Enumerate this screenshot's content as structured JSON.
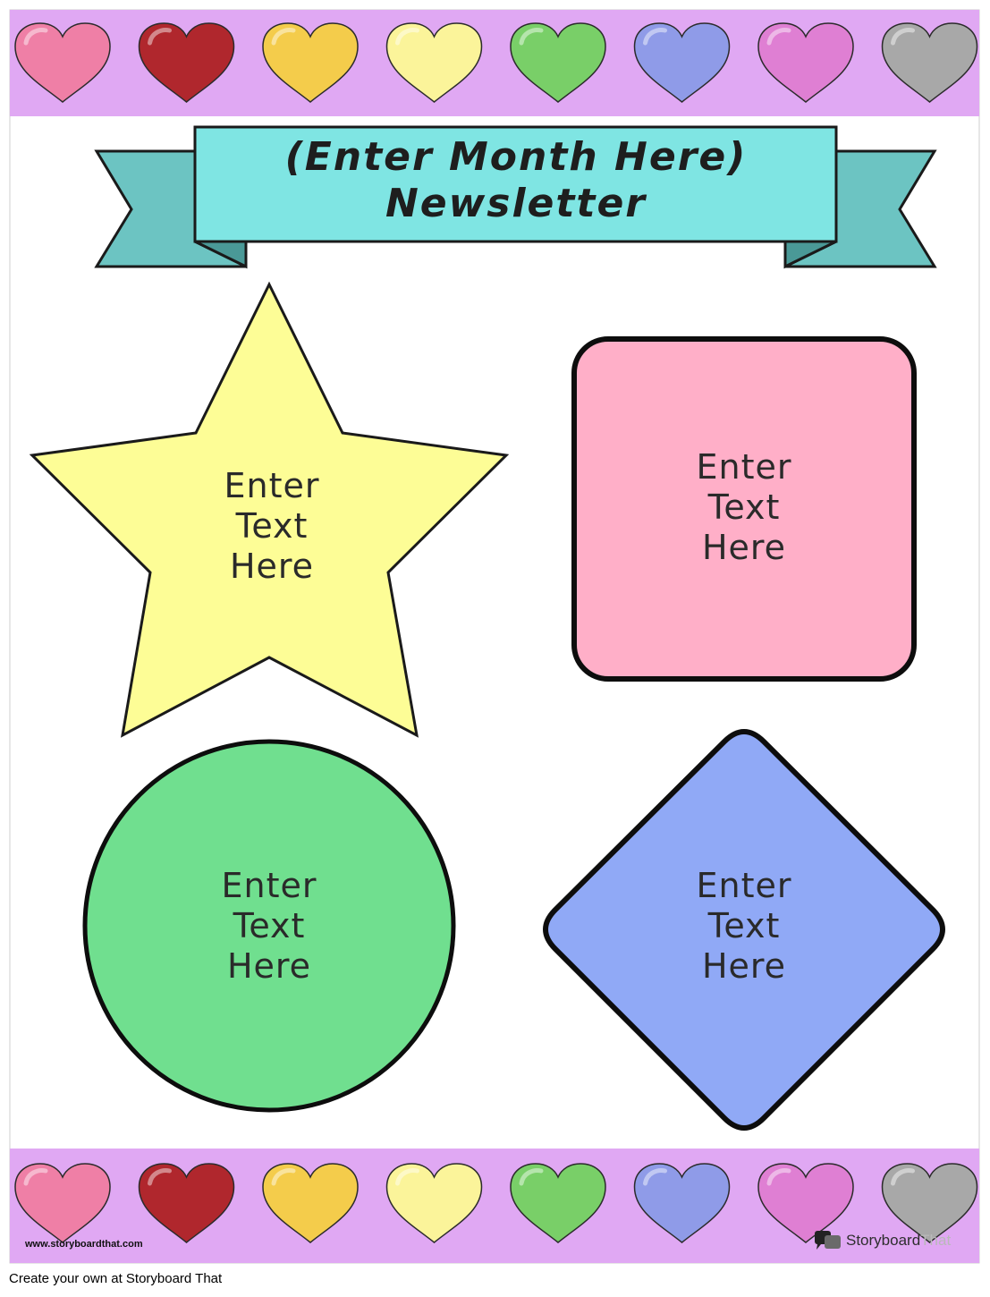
{
  "banner": {
    "title_line1": "(Enter Month Here)",
    "title_line2": "Newsletter",
    "fill": "#7fe5e3",
    "tail_fill": "#6cc4c2"
  },
  "border": {
    "fill": "#e0a8f3",
    "heart_colors": [
      "#ef7fa6",
      "#b0272d",
      "#f4cc4b",
      "#fbf49a",
      "#79cf68",
      "#8f9be8",
      "#df7fd3",
      "#a8a8a8"
    ]
  },
  "shapes": {
    "star": {
      "line1": "Enter",
      "line2": "Text",
      "line3": "Here",
      "fill": "#fdfd96"
    },
    "square": {
      "line1": "Enter",
      "line2": "Text",
      "line3": "Here",
      "fill": "#ffafc8"
    },
    "circle": {
      "line1": "Enter",
      "line2": "Text",
      "line3": "Here",
      "fill": "#70df8f"
    },
    "diamond": {
      "line1": "Enter",
      "line2": "Text",
      "line3": "Here",
      "fill": "#90a9f6"
    }
  },
  "watermark": {
    "site": "www.storyboardthat.com",
    "logo_part1": "Storyboard",
    "logo_part2": "That"
  },
  "footer": {
    "caption": "Create your own at Storyboard That"
  }
}
